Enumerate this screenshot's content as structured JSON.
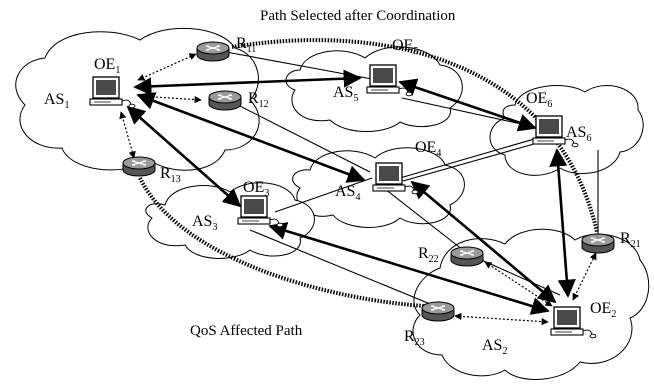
{
  "captions": {
    "top": "Path Selected after Coordination",
    "bottom": "QoS Affected Path"
  },
  "clouds": [
    {
      "id": "as1",
      "name": "AS",
      "sub": "1"
    },
    {
      "id": "as5",
      "name": "AS",
      "sub": "5"
    },
    {
      "id": "as6",
      "name": "AS",
      "sub": "6"
    },
    {
      "id": "as4",
      "name": "AS",
      "sub": "4"
    },
    {
      "id": "as3",
      "name": "AS",
      "sub": "3"
    },
    {
      "id": "as2",
      "name": "AS",
      "sub": "2"
    }
  ],
  "routers": [
    {
      "id": "r11",
      "name": "R",
      "sub": "11"
    },
    {
      "id": "r12",
      "name": "R",
      "sub": "12"
    },
    {
      "id": "r13",
      "name": "R",
      "sub": "13"
    },
    {
      "id": "r21",
      "name": "R",
      "sub": "21"
    },
    {
      "id": "r22",
      "name": "R",
      "sub": "22"
    },
    {
      "id": "r23",
      "name": "R",
      "sub": "23"
    }
  ],
  "overlay_entities": [
    {
      "id": "oe1",
      "name": "OE",
      "sub": "1"
    },
    {
      "id": "oe5",
      "name": "OE",
      "sub": "5"
    },
    {
      "id": "oe6",
      "name": "OE",
      "sub": "6"
    },
    {
      "id": "oe4",
      "name": "OE",
      "sub": "4"
    },
    {
      "id": "oe3",
      "name": "OE",
      "sub": "3"
    },
    {
      "id": "oe2",
      "name": "OE",
      "sub": "2"
    }
  ],
  "colors": {
    "stroke": "#000000",
    "router_body": "#555555",
    "router_top": "#9a9a9a",
    "screen": "#4a4a4a"
  }
}
